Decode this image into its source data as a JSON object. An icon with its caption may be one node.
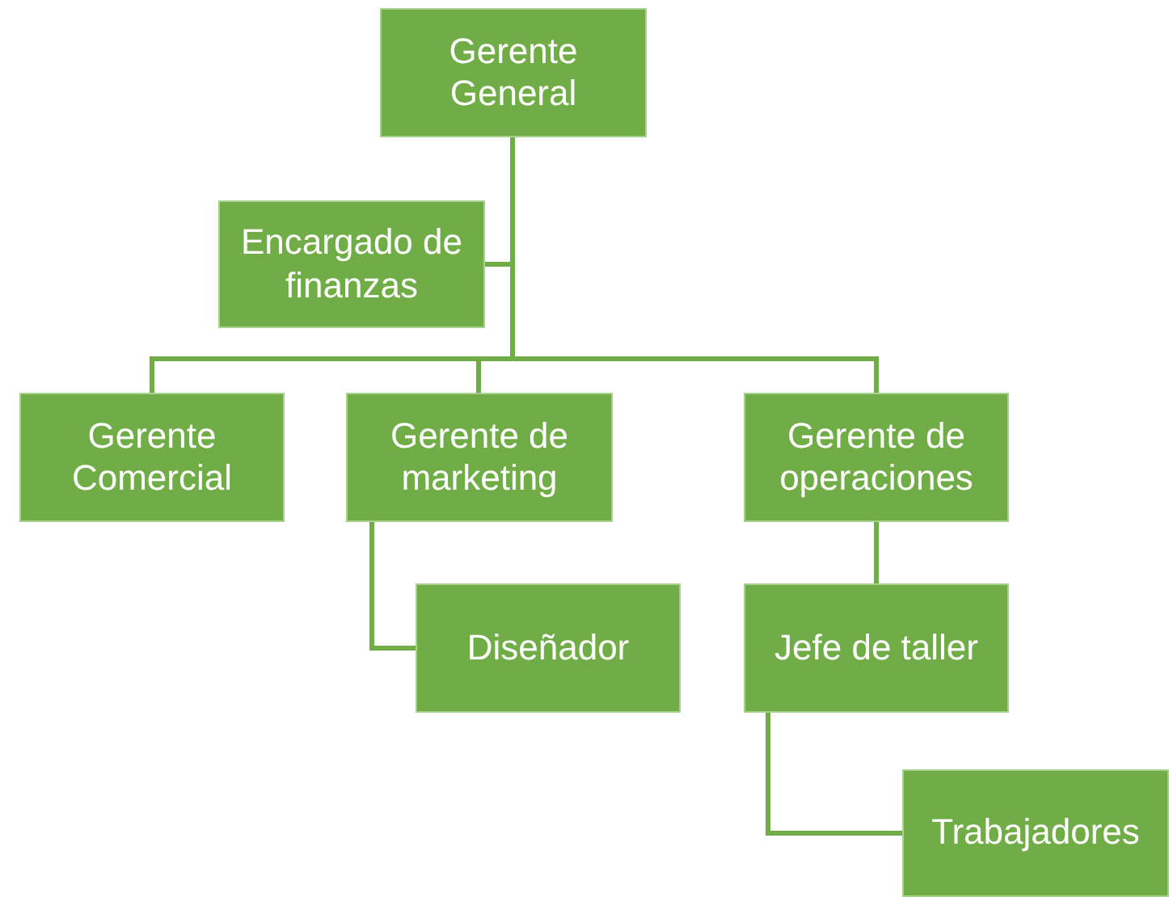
{
  "diagram": {
    "nodes": [
      {
        "text": [
          "Gerente General"
        ]
      },
      {
        "text": [
          "Encargado de finanzas"
        ]
      },
      {
        "text": [
          "Gerente Comercial"
        ]
      },
      {
        "text": [
          "Gerente de marketing"
        ]
      },
      {
        "text": [
          "Gerente de operaciones"
        ]
      },
      {
        "text": [
          "Diseñador"
        ]
      },
      {
        "text": [
          "Jefe de taller"
        ]
      },
      {
        "text": [
          "Trabajadores"
        ]
      }
    ],
    "edges": [
      {
        "from": 0,
        "to": 1,
        "arrow": "none"
      },
      {
        "from": 0,
        "to": 2,
        "arrow": "none"
      },
      {
        "from": 0,
        "to": 3,
        "arrow": "none"
      },
      {
        "from": 0,
        "to": 4,
        "arrow": "none"
      },
      {
        "from": 3,
        "to": 5,
        "arrow": "none"
      },
      {
        "from": 4,
        "to": 6,
        "arrow": "none"
      },
      {
        "from": 6,
        "to": 7,
        "arrow": "none"
      }
    ]
  }
}
